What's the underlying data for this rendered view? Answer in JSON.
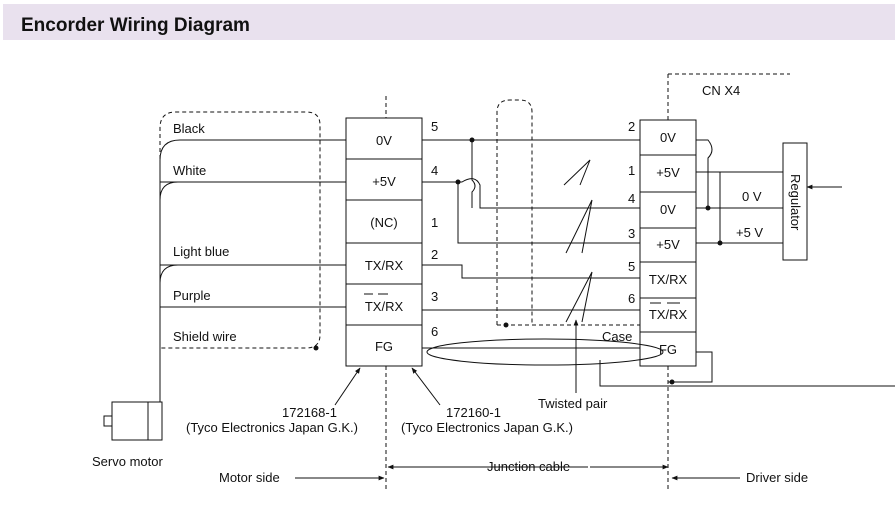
{
  "page_title": "Encorder Wiring Diagram",
  "connector_header": "CN X4",
  "wires": {
    "black": "Black",
    "white": "White",
    "light_blue": "Light blue",
    "purple": "Purple",
    "shield": "Shield wire"
  },
  "motor_connector": {
    "pins": [
      "0V",
      "+5V",
      "(NC)",
      "TX/RX",
      "TX/RX",
      "FG"
    ],
    "pin_numbers": [
      "5",
      "4",
      "1",
      "2",
      "3",
      "6"
    ]
  },
  "driver_connector": {
    "pins": [
      "0V",
      "+5V",
      "0V",
      "+5V",
      "TX/RX",
      "TX/RX",
      "FG"
    ],
    "pin_numbers": [
      "2",
      "1",
      "4",
      "3",
      "5",
      "6"
    ],
    "case_label": "Case"
  },
  "regulator": {
    "label": "Regulator",
    "out_0v": "0 V",
    "out_5v": "+5 V"
  },
  "parts": {
    "left_part": "172168-1",
    "left_maker": "(Tyco Electronics Japan G.K.)",
    "right_part": "172160-1",
    "right_maker": "(Tyco Electronics Japan G.K.)",
    "twisted_pair": "Twisted pair",
    "servo_motor": "Servo motor"
  },
  "bottom": {
    "motor_side": "Motor side",
    "junction_cable": "Junction cable",
    "driver_side": "Driver side"
  }
}
